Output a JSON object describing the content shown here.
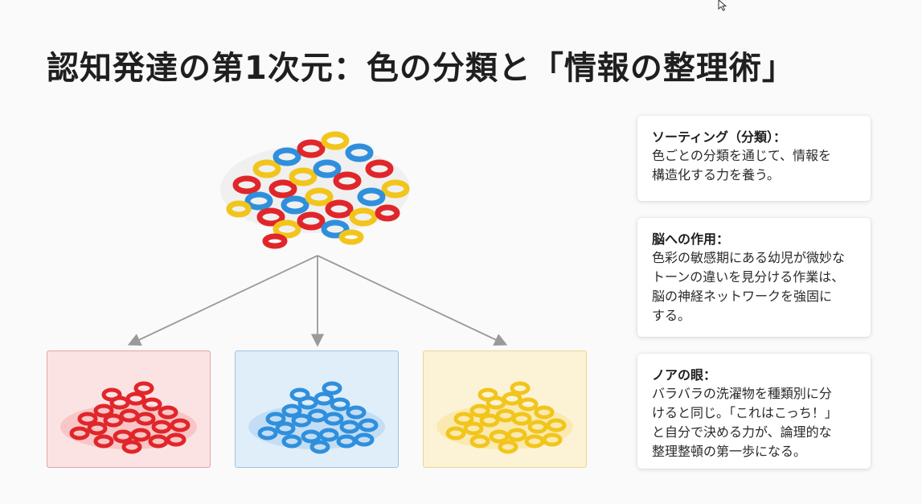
{
  "slide": {
    "title": "認知発達の第1次元：色の分類と「情報の整理術」"
  },
  "images": {
    "mixed_heap": "mixed-chain-heap",
    "sorted": [
      {
        "color_name": "red",
        "color": "#e0262a",
        "fill": "#fbe3e3"
      },
      {
        "color_name": "blue",
        "color": "#2f8fdc",
        "fill": "#e0eef9"
      },
      {
        "color_name": "yellow",
        "color": "#f2c51c",
        "fill": "#fcf3d7"
      }
    ]
  },
  "cards": [
    {
      "heading": "ソーティング（分類）：",
      "body": "色ごとの分類を通じて、情報を\n構造化する力を養う。"
    },
    {
      "heading": "脳への作用：",
      "body": "色彩の敏感期にある幼児が微妙な\nトーンの違いを見分ける作業は、\n脳の神経ネットワークを強固に\nする。"
    },
    {
      "heading": "ノアの眼：",
      "body": "バラバラの洗濯物を種類別に分\nけると同じ。「これはこっち！」\nと自分で決める力が、論理的な\n整理整頓の第一歩になる。"
    }
  ]
}
